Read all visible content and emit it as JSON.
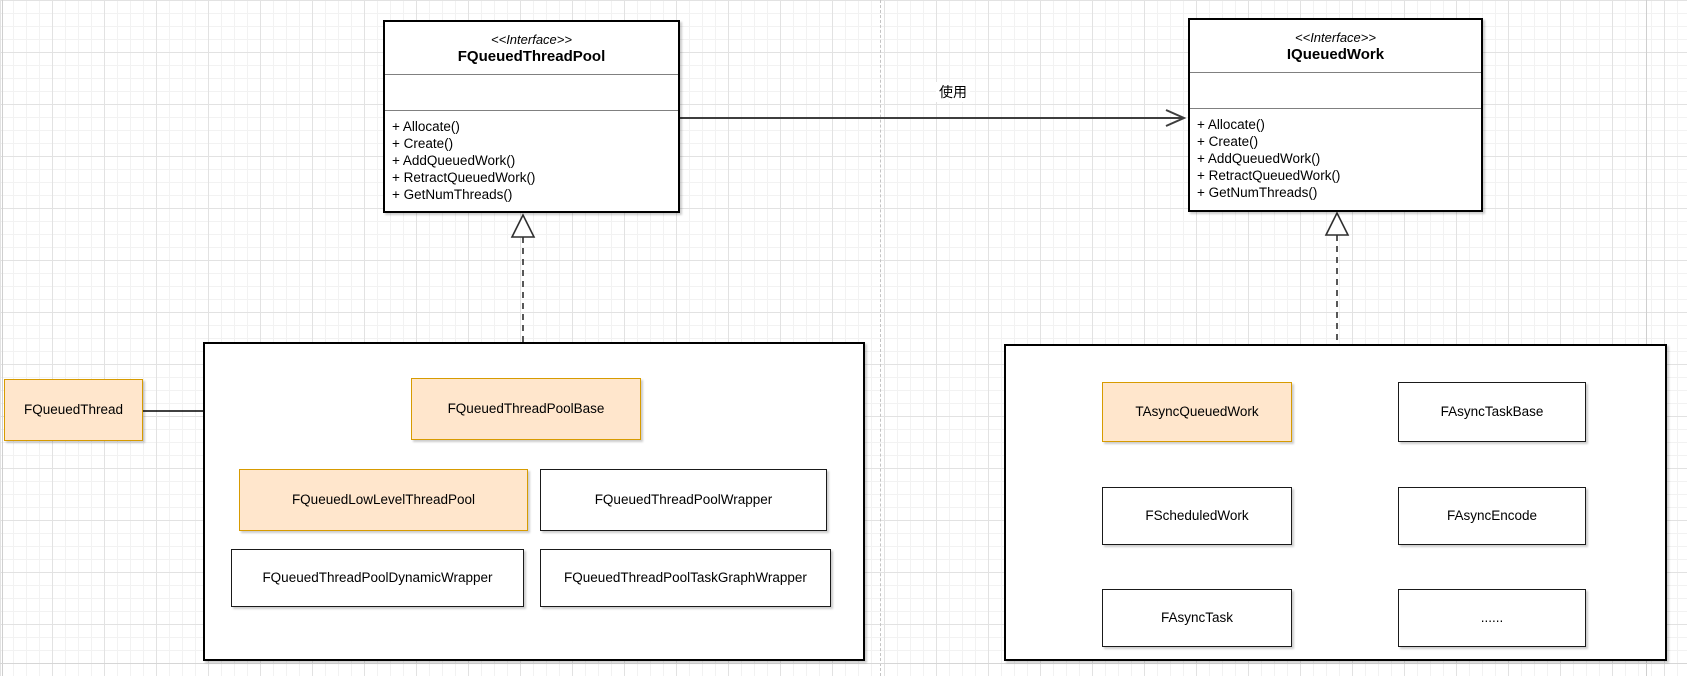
{
  "colors": {
    "orange_fill": "#ffe6cc",
    "orange_border": "#d79b00",
    "box_border": "#000000",
    "connector": "#3d3d3d",
    "grid_minor": "#f2f2f2",
    "grid_major": "#e2e2e2",
    "page_boundary": "#c4c4c4"
  },
  "interfaces": {
    "left": {
      "stereotype": "<<Interface>>",
      "name": "FQueuedThreadPool",
      "methods": [
        "+ Allocate()",
        "+ Create()",
        "+ AddQueuedWork()",
        "+ RetractQueuedWork()",
        "+ GetNumThreads()"
      ]
    },
    "right": {
      "stereotype": "<<Interface>>",
      "name": "IQueuedWork",
      "methods": [
        "+ Allocate()",
        "+ Create()",
        "+ AddQueuedWork()",
        "+ RetractQueuedWork()",
        "+ GetNumThreads()"
      ]
    }
  },
  "connectors": {
    "use_label": "使用"
  },
  "classes": {
    "fqueued_thread": "FQueuedThread",
    "pool_base": "FQueuedThreadPoolBase",
    "low_level_pool": "FQueuedLowLevelThreadPool",
    "pool_wrapper": "FQueuedThreadPoolWrapper",
    "dynamic_wrapper": "FQueuedThreadPoolDynamicWrapper",
    "task_graph_wrapper": "FQueuedThreadPoolTaskGraphWrapper",
    "tasync_queued_work": "TAsyncQueuedWork",
    "fasync_task_base": "FAsyncTaskBase",
    "fscheduled_work": "FScheduledWork",
    "fasync_encode": "FAsyncEncode",
    "fasync_task": "FAsyncTask",
    "ellipsis_box": "......"
  }
}
